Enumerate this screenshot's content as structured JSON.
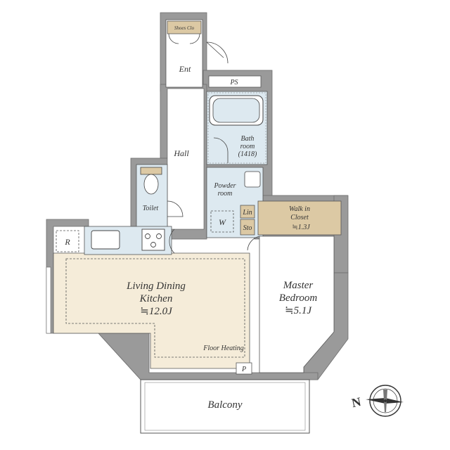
{
  "colors": {
    "wall": "#9a9a9a",
    "wall_edge": "#6e6e6e",
    "ldk_floor": "#f5ecd9",
    "closet_floor": "#dcc9a4",
    "wet_floor": "#dde9f0",
    "room_floor": "#ffffff",
    "dash": "#555555",
    "text": "#333333"
  },
  "rooms": {
    "shoes_closet": "Shoes Clo",
    "entrance": "Ent",
    "pipe_space": "PS",
    "bathroom_line1": "Bath",
    "bathroom_line2": "room",
    "bathroom_size": "(1418)",
    "hall": "Hall",
    "toilet": "Toilet",
    "powder_room_line1": "Powder",
    "powder_room_line2": "room",
    "washer": "W",
    "linen": "Lin",
    "storage": "Sto",
    "walk_in_closet_line1": "Walk in",
    "walk_in_closet_line2": "Closet",
    "walk_in_closet_size": "≒1.3J",
    "refrigerator": "R",
    "ldk_line1": "Living Dining",
    "ldk_line2": "Kitchen",
    "ldk_size": "≒12.0J",
    "floor_heating": "Floor Heating",
    "master_bedroom_line1": "Master",
    "master_bedroom_line2": "Bedroom",
    "master_bedroom_size": "≒5.1J",
    "pillar_space": "P",
    "balcony": "Balcony"
  },
  "compass": {
    "direction_label": "N",
    "icon": "compass-icon"
  }
}
